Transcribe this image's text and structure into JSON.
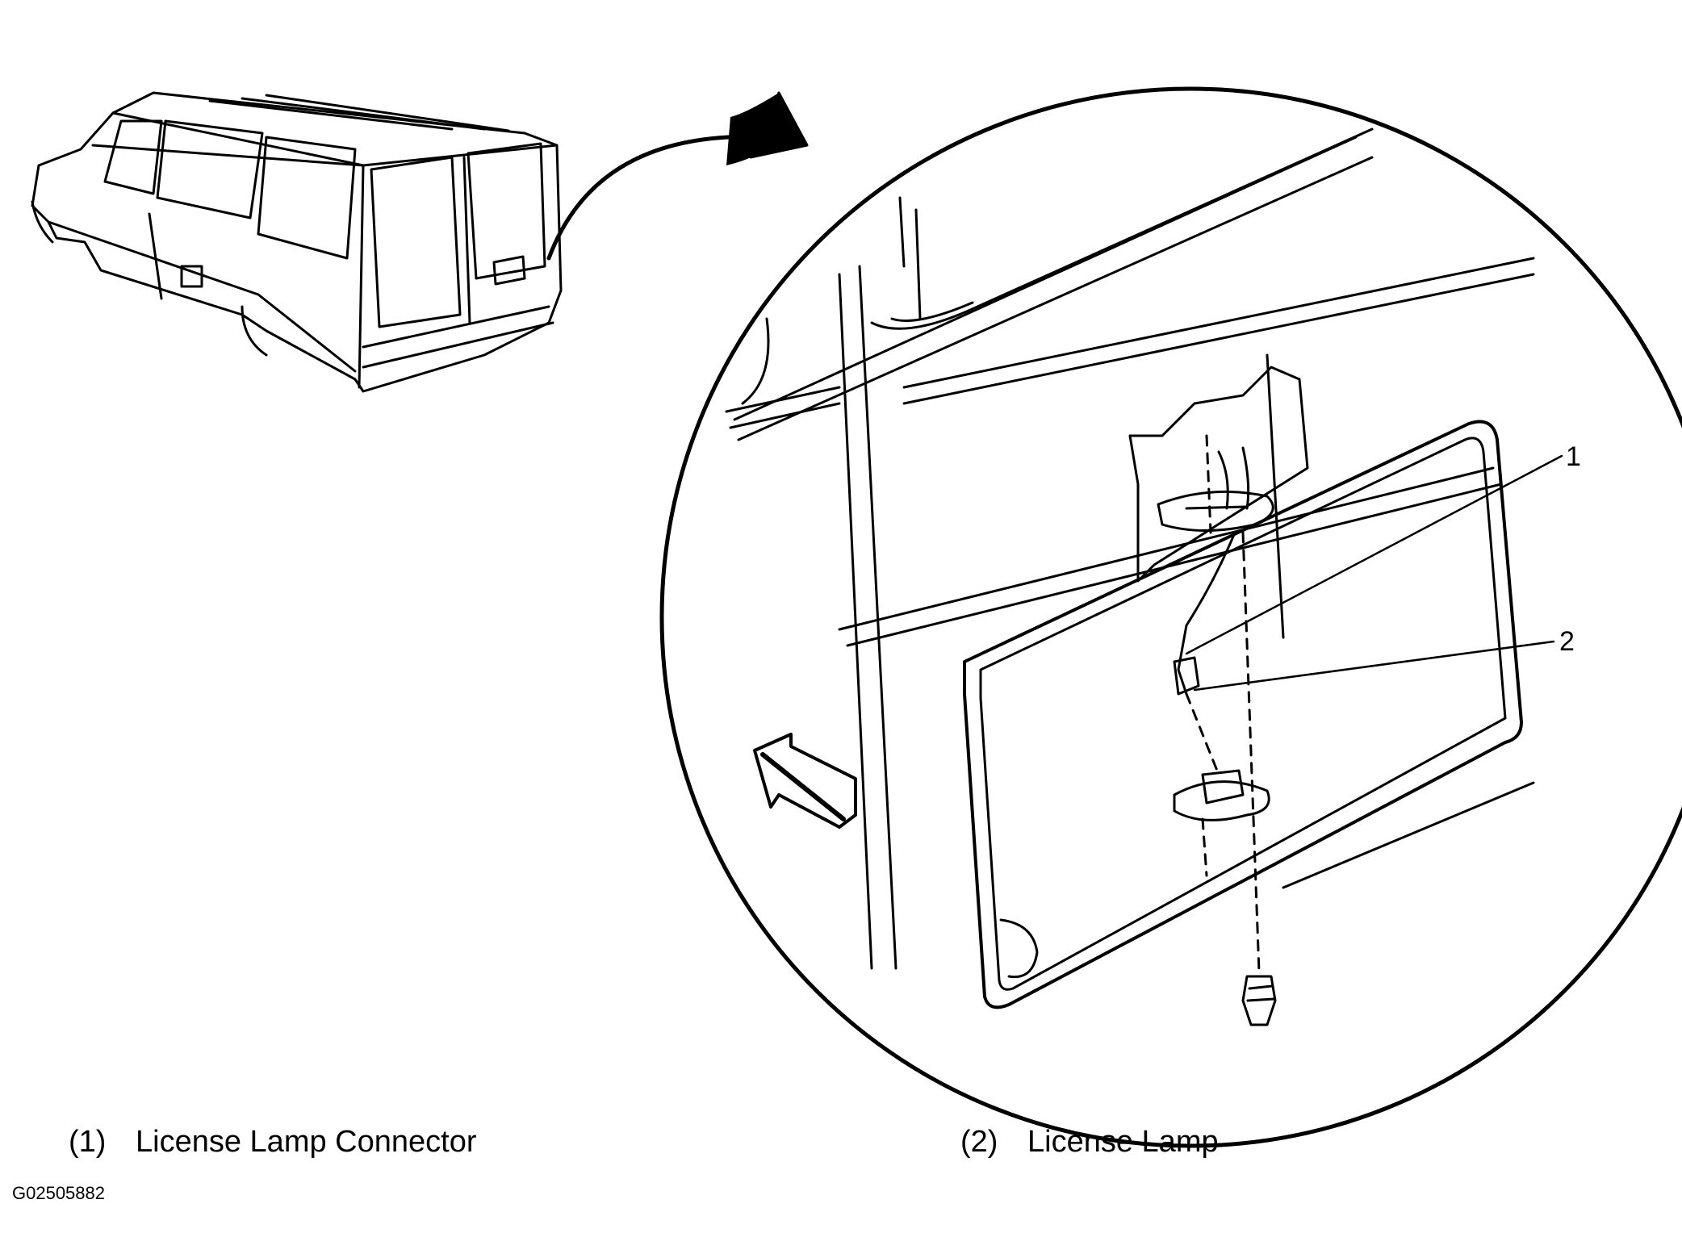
{
  "callouts": [
    {
      "number": "1",
      "label": "License Lamp Connector"
    },
    {
      "number": "2",
      "label": "License Lamp"
    }
  ],
  "legend": [
    {
      "number": "(1)",
      "label": "License Lamp Connector"
    },
    {
      "number": "(2)",
      "label": "License Lamp"
    }
  ],
  "figure_id": "G02505882",
  "colors": {
    "line": "#000000",
    "background": "#ffffff"
  }
}
